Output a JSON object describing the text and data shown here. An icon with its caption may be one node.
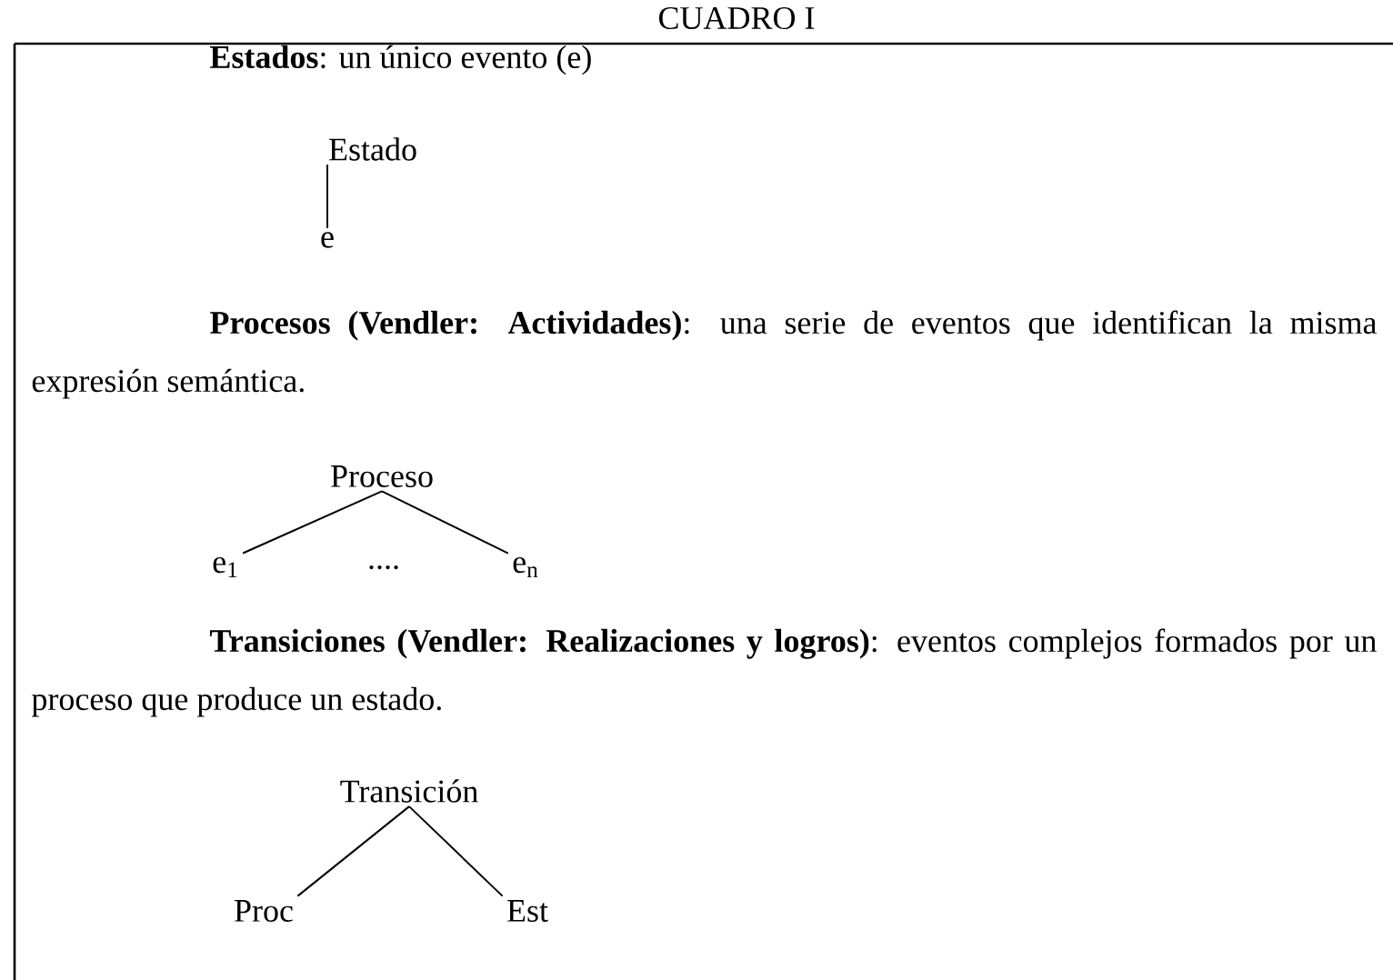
{
  "diagram": {
    "title": "CUADRO I",
    "nodes": [
      {
        "text": [
          "Estado"
        ]
      },
      {
        "text": [
          "e"
        ]
      },
      {
        "text": [
          "Proceso"
        ]
      },
      {
        "text": [
          "e$_{1}$"
        ]
      },
      {
        "text": [
          "e$_{n}$"
        ]
      },
      {
        "text": [
          "Transición"
        ]
      },
      {
        "text": [
          "Proc"
        ]
      },
      {
        "text": [
          "Est"
        ]
      }
    ],
    "edges": [
      {
        "from": 0,
        "to": 1,
        "arrow": "none"
      },
      {
        "from": 2,
        "to": 3,
        "arrow": "none"
      },
      {
        "from": 2,
        "to": 4,
        "arrow": "none"
      },
      {
        "from": 5,
        "to": 6,
        "arrow": "none"
      },
      {
        "from": 5,
        "to": 7,
        "arrow": "none"
      }
    ],
    "labels": [
      "**Estados**: un único evento (e)",
      "**Procesos (Vendler: Actividades)**: una serie de eventos que identifican la misma expresión semántica.",
      "....",
      "**Transiciones (Vendler: Realizaciones y logros)**: eventos complejos formados por un proceso que produce un estado."
    ]
  }
}
